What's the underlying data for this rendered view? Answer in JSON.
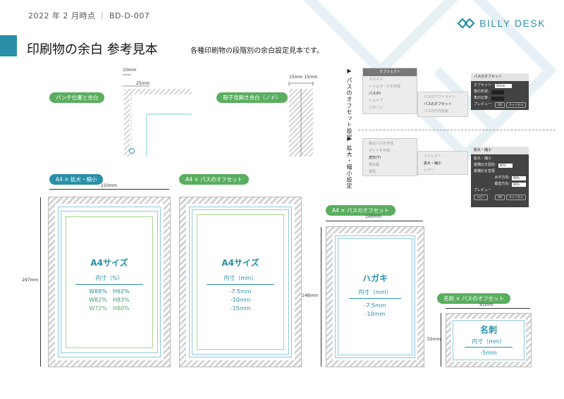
{
  "header": {
    "date_code": "2022 年 2 月時点 ｜ BD-D-007",
    "brand": "BILLY DESK",
    "title": "印刷物の余白 参考見本",
    "subtitle": "各種印刷物の段階別の余白設定見本です。"
  },
  "top_diagrams": {
    "punch": {
      "label": "パンチ位置と余白",
      "dim_10": "10mm",
      "dim_25": "25mm"
    },
    "booklet": {
      "label": "冊子見開き余白（ノド）",
      "dim_15": "15mm 15mm"
    }
  },
  "steps": {
    "offset": {
      "side_label": "▶ パスのオフセット設定",
      "menu_header": "オブジェクト",
      "menu_items": [
        "スライス",
        "トリムマークを作成",
        "パス(P)",
        "シェイプ",
        "パターン"
      ],
      "submenu_items": [
        "パスのアウトライン",
        "パスのオフセット",
        "パスの方向反転"
      ],
      "dialog_title": "パスのオフセット",
      "dialog_rows": [
        "オフセット:",
        "角の形状:",
        "角の比率:"
      ],
      "dialog_value": "10mm",
      "preview": "プレビュー",
      "ok": "OK",
      "cancel": "キャンセル"
    },
    "scale": {
      "side_label": "▶ 拡大・縮小設定",
      "menu_items": [
        "複合パスを作成",
        "ガイドを作成",
        "変形(T)",
        "重ね順",
        "選択"
      ],
      "submenu_items": [
        "リフレクト",
        "拡大・縮小",
        "シアー"
      ],
      "dialog_title": "拡大・縮小",
      "dialog_rows": [
        "拡大・縮小",
        "縦横比を固定:",
        "縦横比を変更",
        "水平方向:",
        "垂直方向:"
      ],
      "dialog_values": [
        "96%",
        "96%",
        "96%"
      ],
      "preview": "プレビュー",
      "copy": "コピー",
      "ok": "OK",
      "cancel": "キャンセル"
    }
  },
  "cards": [
    {
      "pill": "A4 × 拡大・縮小",
      "pill_color": "blue",
      "width_label": "210mm",
      "height_label": "297mm",
      "title": "A4サイズ",
      "subtitle": "内寸（%）",
      "values": [
        "W88%　H92%",
        "W82%　H83%",
        "W72%　H80%"
      ]
    },
    {
      "pill": "A4 × パスのオフセット",
      "pill_color": "green",
      "title": "A4サイズ",
      "subtitle": "内寸（mm）",
      "values": [
        "-7.5mm",
        "-10mm",
        "-15mm"
      ]
    },
    {
      "pill": "A4 × パスのオフセット",
      "pill_color": "green",
      "width_label": "140mm",
      "height_label": "148mm",
      "title": "ハガキ",
      "subtitle": "内寸（mm）",
      "values": [
        "-7.5mm",
        "-10mm"
      ]
    },
    {
      "pill": "名刺 × パスのオフセット",
      "pill_color": "green",
      "width_label": "91mm",
      "height_label": "55mm",
      "title": "名刺",
      "subtitle": "内寸（mm）",
      "values": [
        "-5mm"
      ]
    }
  ],
  "colors": {
    "accent_blue": "#2a8fa8",
    "accent_green": "#5aae5f"
  }
}
